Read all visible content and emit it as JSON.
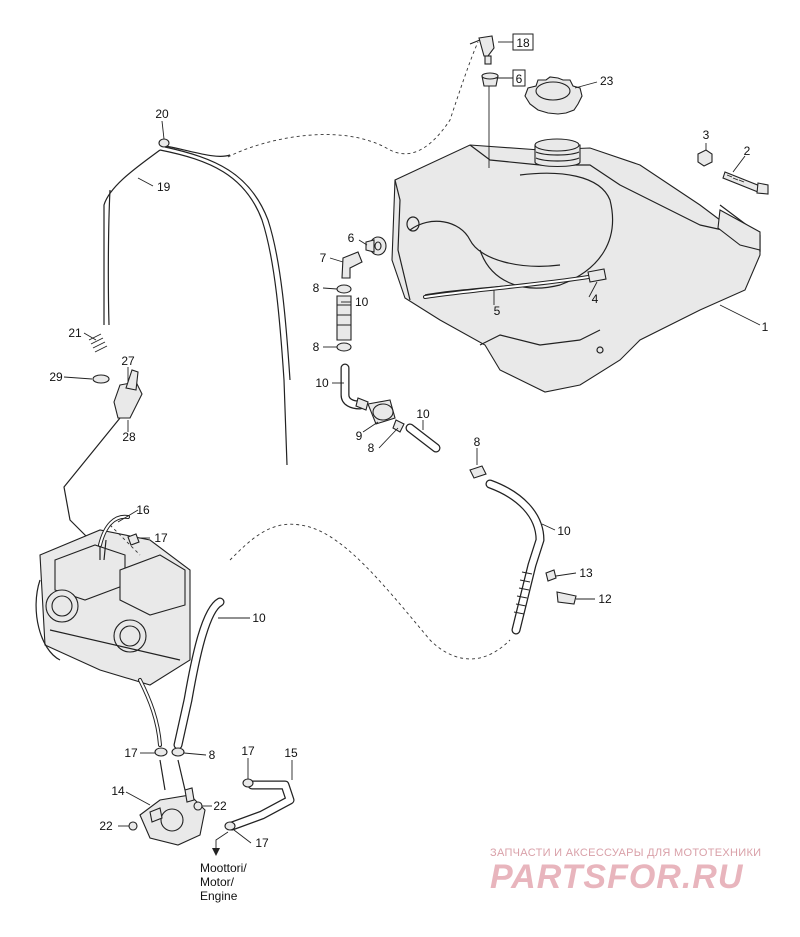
{
  "callouts": [
    {
      "id": "c18",
      "text": "18",
      "boxed": true
    },
    {
      "id": "c6a",
      "text": "6",
      "boxed": true
    },
    {
      "id": "c23",
      "text": "23"
    },
    {
      "id": "c3",
      "text": "3"
    },
    {
      "id": "c2",
      "text": "2"
    },
    {
      "id": "c20",
      "text": "20"
    },
    {
      "id": "c19",
      "text": "19"
    },
    {
      "id": "c6b",
      "text": "6"
    },
    {
      "id": "c7",
      "text": "7"
    },
    {
      "id": "c8a",
      "text": "8"
    },
    {
      "id": "c10a",
      "text": "10"
    },
    {
      "id": "c8b",
      "text": "8"
    },
    {
      "id": "c5",
      "text": "5"
    },
    {
      "id": "c4",
      "text": "4"
    },
    {
      "id": "c1",
      "text": "1"
    },
    {
      "id": "c21",
      "text": "21"
    },
    {
      "id": "c27",
      "text": "27"
    },
    {
      "id": "c29",
      "text": "29"
    },
    {
      "id": "c28",
      "text": "28"
    },
    {
      "id": "c10b",
      "text": "10"
    },
    {
      "id": "c9",
      "text": "9"
    },
    {
      "id": "c10c",
      "text": "10"
    },
    {
      "id": "c8c",
      "text": "8"
    },
    {
      "id": "c8d",
      "text": "8"
    },
    {
      "id": "c16",
      "text": "16"
    },
    {
      "id": "c17a",
      "text": "17"
    },
    {
      "id": "c10d",
      "text": "10"
    },
    {
      "id": "c13",
      "text": "13"
    },
    {
      "id": "c12",
      "text": "12"
    },
    {
      "id": "c10e",
      "text": "10"
    },
    {
      "id": "c17b",
      "text": "17"
    },
    {
      "id": "c8e",
      "text": "8"
    },
    {
      "id": "c17c",
      "text": "17"
    },
    {
      "id": "c15",
      "text": "15"
    },
    {
      "id": "c14",
      "text": "14"
    },
    {
      "id": "c22a",
      "text": "22"
    },
    {
      "id": "c22b",
      "text": "22"
    },
    {
      "id": "c17d",
      "text": "17"
    }
  ],
  "engine_note": [
    "Moottori/",
    "Motor/",
    "Engine"
  ],
  "watermark": {
    "tagline": "ЗАПЧАСТИ И АКСЕССУАРЫ ДЛЯ МОТОТЕХНИКИ",
    "brand": "PARTSFOR.RU",
    "color": "#e8b5bd"
  }
}
